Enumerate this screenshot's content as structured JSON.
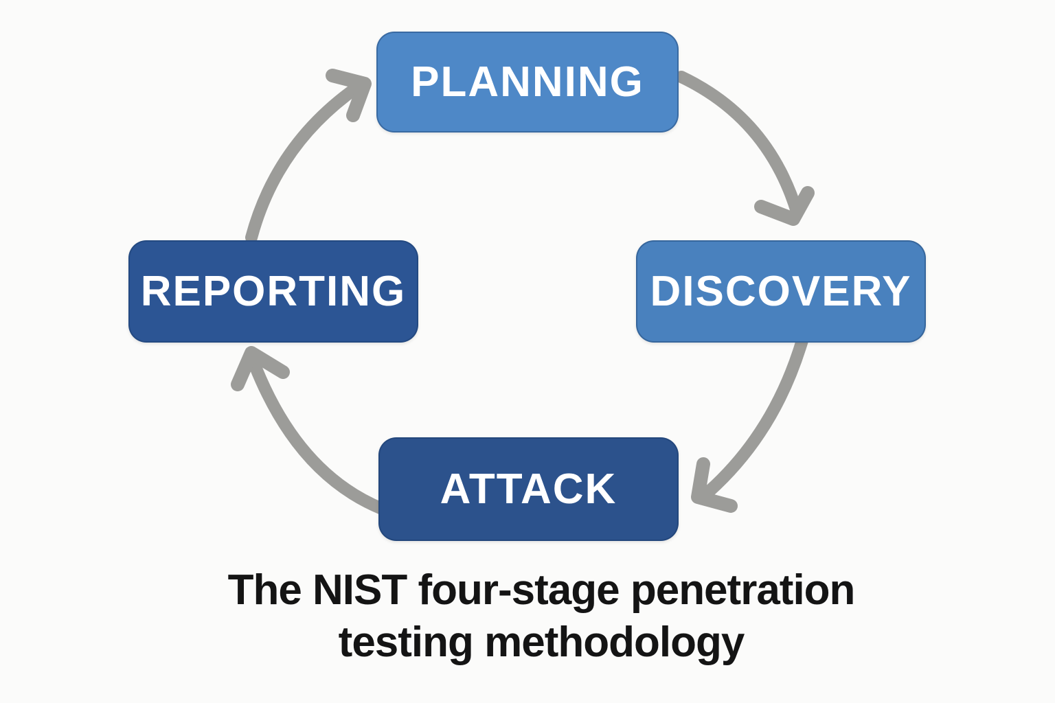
{
  "diagram_title": "The NIST four-stage penetration testing methodology",
  "caption": {
    "line1": "The NIST four-stage penetration",
    "line2": "testing methodology"
  },
  "stages": [
    {
      "id": "planning",
      "label": "PLANNING",
      "fill": "#4E88C7"
    },
    {
      "id": "discovery",
      "label": "DISCOVERY",
      "fill": "#4981BE"
    },
    {
      "id": "attack",
      "label": "ATTACK",
      "fill": "#2C528C"
    },
    {
      "id": "reporting",
      "label": "REPORTING",
      "fill": "#2C5594"
    }
  ],
  "arrows": [
    {
      "name": "planning-to-discovery",
      "from": "PLANNING",
      "to": "DISCOVERY"
    },
    {
      "name": "discovery-to-attack",
      "from": "DISCOVERY",
      "to": "ATTACK"
    },
    {
      "name": "attack-to-reporting",
      "from": "ATTACK",
      "to": "REPORTING"
    },
    {
      "name": "reporting-to-planning",
      "from": "REPORTING",
      "to": "PLANNING"
    }
  ],
  "cycle_order": [
    "PLANNING",
    "DISCOVERY",
    "ATTACK",
    "REPORTING"
  ],
  "colors": {
    "background": "#FBFBFA",
    "arrow": "#9C9C99",
    "stageText": "#FFFFFF",
    "captionText": "#141414",
    "lightBlue": "#4E88C7",
    "darkBlue": "#2C5594"
  }
}
